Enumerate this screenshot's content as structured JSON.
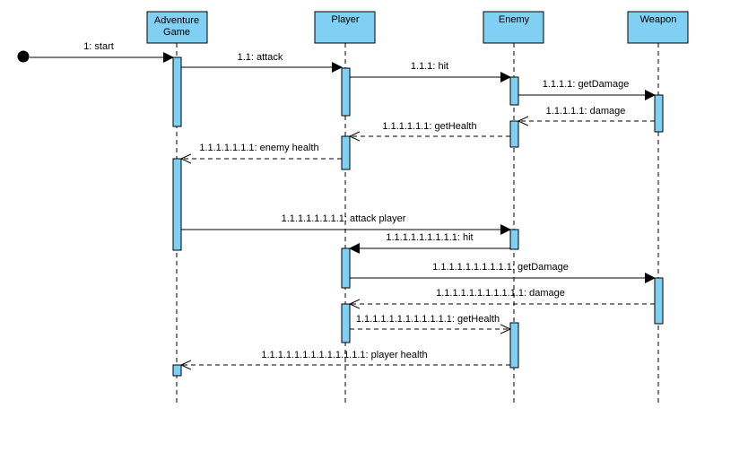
{
  "colors": {
    "box_fill": "#7fd0f3",
    "box_stroke": "#000000",
    "line": "#000000",
    "background": "#ffffff"
  },
  "participants": [
    {
      "id": "adventure",
      "lines": [
        "Adventure",
        "Game"
      ]
    },
    {
      "id": "player",
      "lines": [
        "Player"
      ]
    },
    {
      "id": "enemy",
      "lines": [
        "Enemy"
      ]
    },
    {
      "id": "weapon",
      "lines": [
        "Weapon"
      ]
    }
  ],
  "messages": [
    {
      "label": "1: start",
      "from": "initial",
      "to": "adventure",
      "kind": "sync"
    },
    {
      "label": "1.1: attack",
      "from": "adventure",
      "to": "player",
      "kind": "sync"
    },
    {
      "label": "1.1.1: hit",
      "from": "player",
      "to": "enemy",
      "kind": "sync"
    },
    {
      "label": "1.1.1.1: getDamage",
      "from": "enemy",
      "to": "weapon",
      "kind": "sync"
    },
    {
      "label": "1.1.1.1.1: damage",
      "from": "weapon",
      "to": "enemy",
      "kind": "reply"
    },
    {
      "label": "1.1.1.1.1.1: getHealth",
      "from": "enemy",
      "to": "player",
      "kind": "reply"
    },
    {
      "label": "1.1.1.1.1.1.1: enemy health",
      "from": "player",
      "to": "adventure",
      "kind": "reply"
    },
    {
      "label": "1.1.1.1.1.1.1.1: attack player",
      "from": "adventure",
      "to": "enemy",
      "kind": "sync"
    },
    {
      "label": "1.1.1.1.1.1.1.1.1: hit",
      "from": "enemy",
      "to": "player",
      "kind": "sync"
    },
    {
      "label": "1.1.1.1.1.1.1.1.1.1: getDamage",
      "from": "player",
      "to": "weapon",
      "kind": "sync"
    },
    {
      "label": "1.1.1.1.1.1.1.1.1.1.1: damage",
      "from": "weapon",
      "to": "player",
      "kind": "reply"
    },
    {
      "label": "1.1.1.1.1.1.1.1.1.1.1.1: getHealth",
      "from": "player",
      "to": "enemy",
      "kind": "reply"
    },
    {
      "label": "1.1.1.1.1.1.1.1.1.1.1.1.1: player health",
      "from": "enemy",
      "to": "adventure",
      "kind": "reply"
    }
  ]
}
